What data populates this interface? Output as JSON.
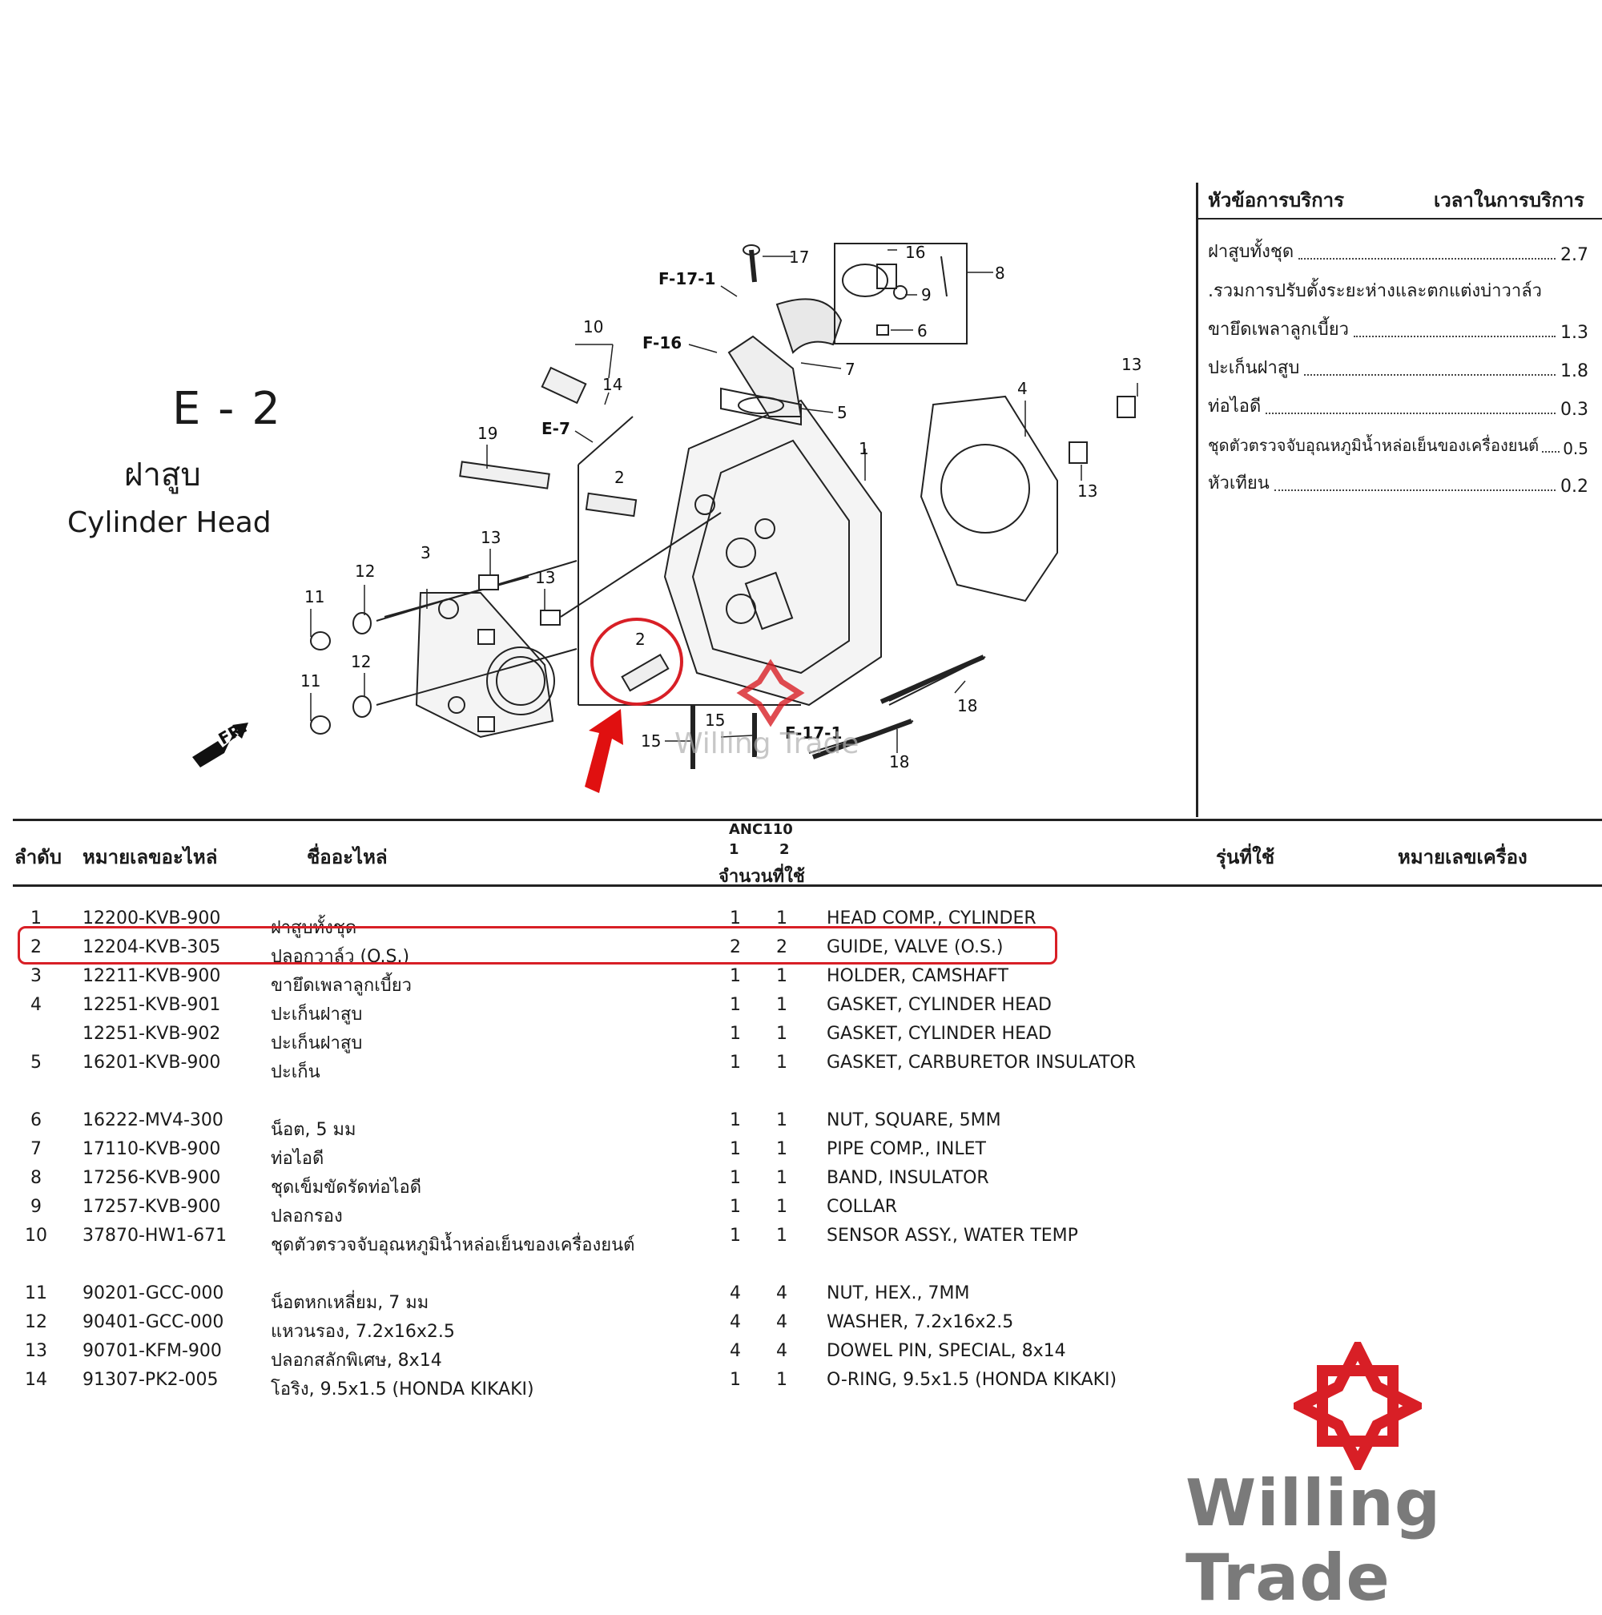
{
  "header": {
    "code": "E - 2",
    "title_th": "ฝาสูบ",
    "title_en": "Cylinder Head"
  },
  "service": {
    "heading_left": "หัวข้อการบริการ",
    "heading_right": "เวลาในการบริการ",
    "items": [
      {
        "label": "ฝาสูบทั้งชุด",
        "value": "2.7"
      },
      {
        "label": ".รวมการปรับตั้งระยะห่างและตกแต่งบ่าวาล์ว",
        "value": ""
      },
      {
        "label": "ขายึดเพลาลูกเบี้ยว",
        "value": "1.3"
      },
      {
        "label": "ปะเก็นฝาสูบ",
        "value": "1.8"
      },
      {
        "label": "ท่อไอดี",
        "value": "0.3"
      },
      {
        "label": "ชุดตัวตรวจจับอุณหภูมิน้ำหล่อเย็นของเครื่องยนต์",
        "value": "0.5"
      },
      {
        "label": "หัวเทียน",
        "value": "0.2"
      }
    ]
  },
  "diagram": {
    "callouts": [
      "1",
      "2",
      "2",
      "3",
      "4",
      "5",
      "6",
      "7",
      "8",
      "9",
      "10",
      "11",
      "11",
      "12",
      "12",
      "13",
      "13",
      "13",
      "13",
      "14",
      "15",
      "15",
      "16",
      "17",
      "18",
      "18",
      "19"
    ],
    "refs": [
      "F-17-1",
      "F-16",
      "E-7",
      "F-17-1"
    ],
    "front_label": "FR.",
    "watermark": "Willing Trade"
  },
  "table": {
    "headers": {
      "no": "ลำดับ",
      "part": "หมายเลขอะไหล่",
      "name": "ชื่ออะไหล่",
      "model": "ANC110",
      "col1": "1",
      "col2": "2",
      "qty": "จำนวนที่ใช้",
      "used": "รุ่นที่ใช้",
      "engine": "หมายเลขเครื่อง"
    },
    "rows": [
      {
        "no": "1",
        "part": "12200-KVB-900",
        "th": "ฝาสูบทั้งชุด",
        "q1": "1",
        "q2": "1",
        "en": "HEAD COMP., CYLINDER"
      },
      {
        "no": "2",
        "part": "12204-KVB-305",
        "th": "ปลอกวาล์ว (O.S.)",
        "q1": "2",
        "q2": "2",
        "en": "GUIDE, VALVE (O.S.)"
      },
      {
        "no": "3",
        "part": "12211-KVB-900",
        "th": "ขายึดเพลาลูกเบี้ยว",
        "q1": "1",
        "q2": "1",
        "en": "HOLDER, CAMSHAFT"
      },
      {
        "no": "4",
        "part": "12251-KVB-901",
        "th": "ปะเก็นฝาสูบ",
        "q1": "1",
        "q2": "1",
        "en": "GASKET, CYLINDER HEAD"
      },
      {
        "no": "",
        "part": "12251-KVB-902",
        "th": "ปะเก็นฝาสูบ",
        "q1": "1",
        "q2": "1",
        "en": "GASKET, CYLINDER HEAD"
      },
      {
        "no": "5",
        "part": "16201-KVB-900",
        "th": "ปะเก็น",
        "q1": "1",
        "q2": "1",
        "en": "GASKET, CARBURETOR INSULATOR"
      },
      {
        "no": "6",
        "part": "16222-MV4-300",
        "th": "น็อต, 5 มม",
        "q1": "1",
        "q2": "1",
        "en": "NUT, SQUARE, 5MM"
      },
      {
        "no": "7",
        "part": "17110-KVB-900",
        "th": "ท่อไอดี",
        "q1": "1",
        "q2": "1",
        "en": "PIPE COMP., INLET"
      },
      {
        "no": "8",
        "part": "17256-KVB-900",
        "th": "ชุดเข็มขัดรัดท่อไอดี",
        "q1": "1",
        "q2": "1",
        "en": "BAND, INSULATOR"
      },
      {
        "no": "9",
        "part": "17257-KVB-900",
        "th": "ปลอกรอง",
        "q1": "1",
        "q2": "1",
        "en": "COLLAR"
      },
      {
        "no": "10",
        "part": "37870-HW1-671",
        "th": "ชุดตัวตรวจจับอุณหภูมิน้ำหล่อเย็นของเครื่องยนต์",
        "q1": "1",
        "q2": "1",
        "en": "SENSOR ASSY., WATER TEMP"
      },
      {
        "no": "11",
        "part": "90201-GCC-000",
        "th": "น็อตหกเหลี่ยม, 7 มม",
        "q1": "4",
        "q2": "4",
        "en": "NUT, HEX., 7MM"
      },
      {
        "no": "12",
        "part": "90401-GCC-000",
        "th": "แหวนรอง, 7.2x16x2.5",
        "q1": "4",
        "q2": "4",
        "en": "WASHER, 7.2x16x2.5"
      },
      {
        "no": "13",
        "part": "90701-KFM-900",
        "th": "ปลอกสลักพิเศษ, 8x14",
        "q1": "4",
        "q2": "4",
        "en": "DOWEL PIN, SPECIAL, 8x14"
      },
      {
        "no": "14",
        "part": "91307-PK2-005",
        "th": "โอริง, 9.5x1.5 (HONDA KIKAKI)",
        "q1": "1",
        "q2": "1",
        "en": "O-RING, 9.5x1.5 (HONDA KIKAKI)"
      }
    ]
  },
  "brand": {
    "name": "Willing Trade",
    "color": "#d81f26"
  }
}
